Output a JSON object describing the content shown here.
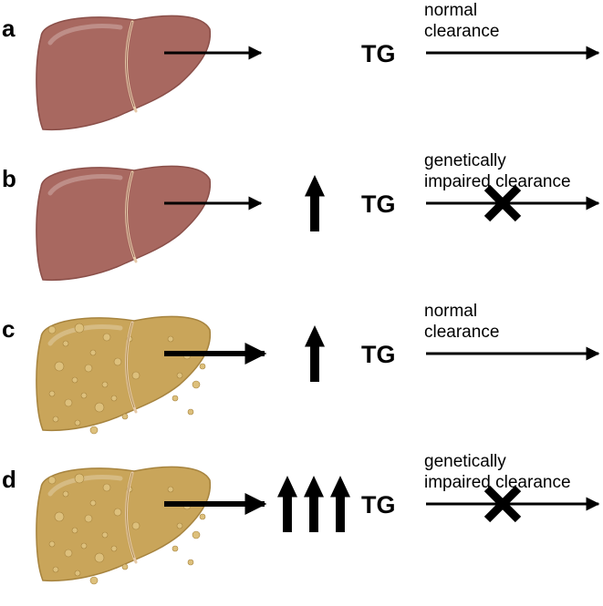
{
  "colors": {
    "healthy_liver": "#a86860",
    "healthy_liver_dark": "#8a4f49",
    "fatty_liver": "#c9a55a",
    "fatty_liver_dark": "#a6833e",
    "fat_droplet": "#ddc07c",
    "ligament": "#e5c9a8",
    "arrow": "#000000"
  },
  "panels": [
    {
      "letter": "a",
      "liver": "healthy",
      "export_arrow": "thin",
      "tg_increase_arrows": 0,
      "target": "TG",
      "clearance_lines": [
        "normal",
        "clearance"
      ],
      "clearance_blocked": false
    },
    {
      "letter": "b",
      "liver": "healthy",
      "export_arrow": "thin",
      "tg_increase_arrows": 1,
      "target": "TG",
      "clearance_lines": [
        "genetically",
        "impaired clearance"
      ],
      "clearance_blocked": true
    },
    {
      "letter": "c",
      "liver": "fatty",
      "export_arrow": "thick",
      "tg_increase_arrows": 1,
      "target": "TG",
      "clearance_lines": [
        "normal",
        "clearance"
      ],
      "clearance_blocked": false
    },
    {
      "letter": "d",
      "liver": "fatty",
      "export_arrow": "thick",
      "tg_increase_arrows": 3,
      "target": "TG",
      "clearance_lines": [
        "genetically",
        "impaired clearance"
      ],
      "clearance_blocked": true
    }
  ]
}
